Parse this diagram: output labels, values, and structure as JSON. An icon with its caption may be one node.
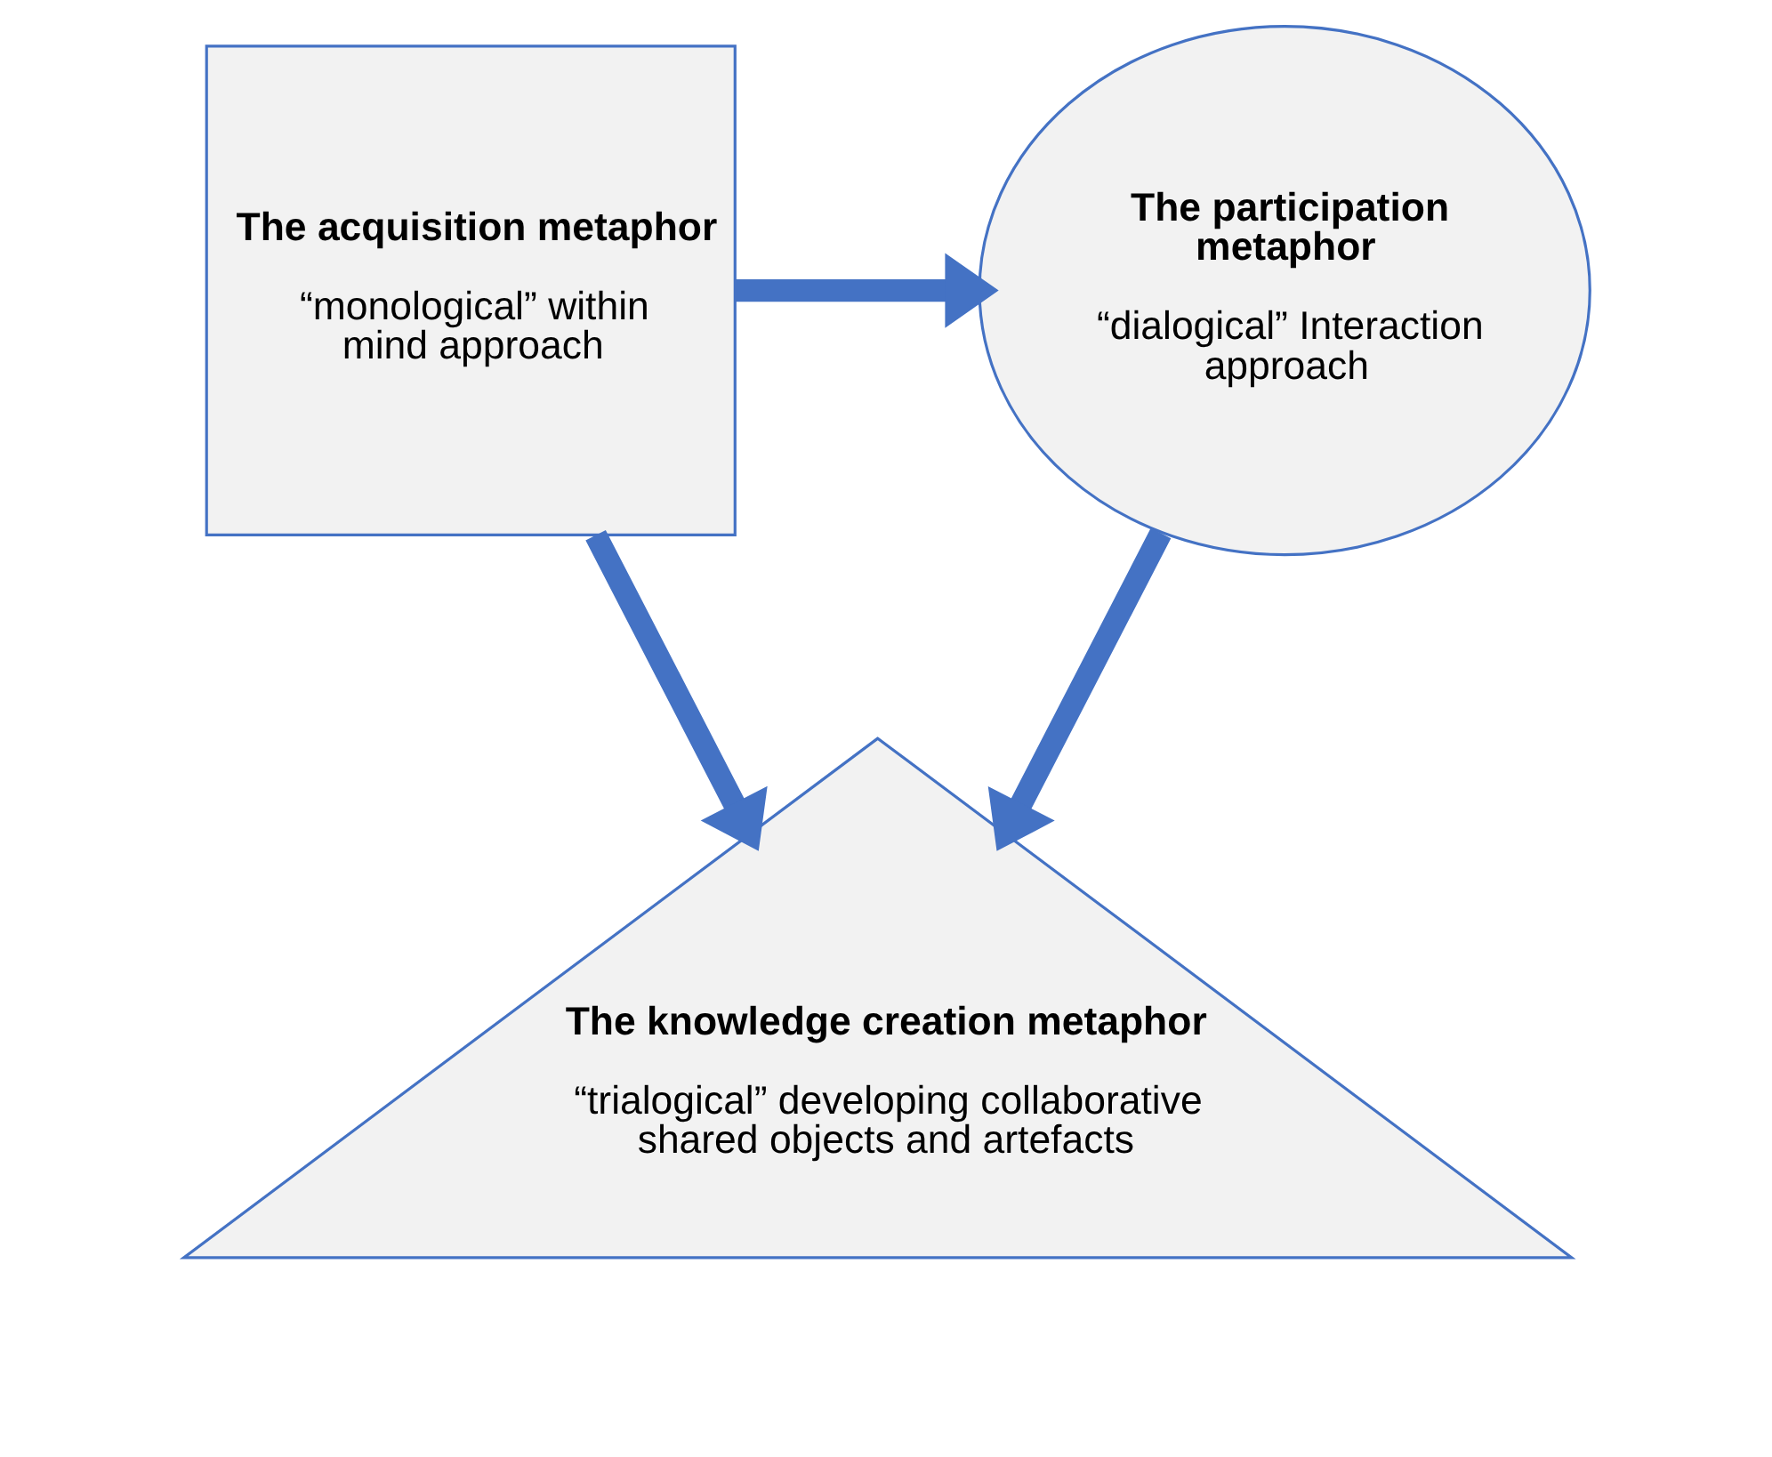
{
  "diagram": {
    "nodes": [
      {
        "text": [
          "The acquisition metaphor",
          "“monological” within mind approach"
        ]
      },
      {
        "text": [
          "The participation metaphor",
          "“dialogical” Interaction approach"
        ]
      },
      {
        "text": [
          "The knowledge creation metaphor",
          "“trialogical” developing collaborative shared objects and artefacts"
        ]
      }
    ],
    "edges": [
      {
        "from": 0,
        "to": 1,
        "arrow": "to"
      },
      {
        "from": 0,
        "to": 2,
        "arrow": "to"
      },
      {
        "from": 1,
        "to": 2,
        "arrow": "to"
      }
    ]
  }
}
